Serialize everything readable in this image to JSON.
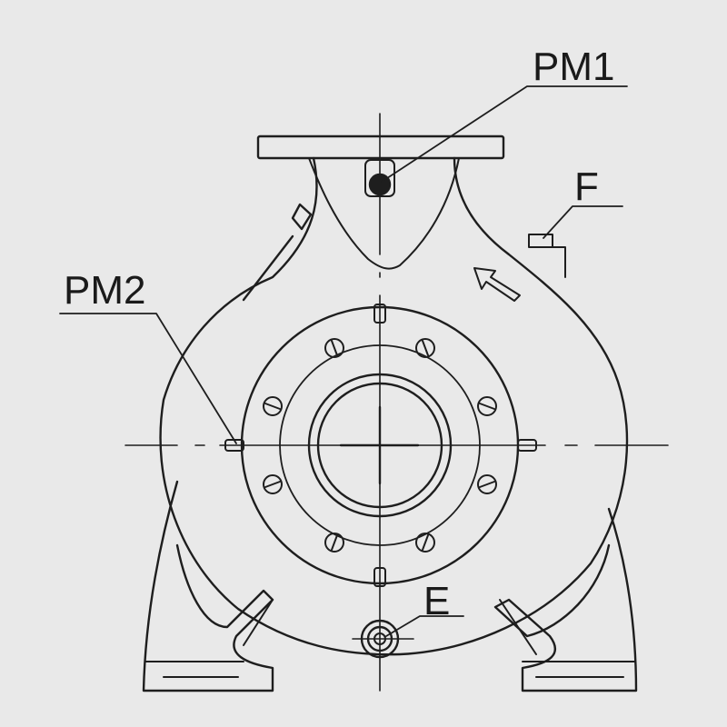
{
  "labels": {
    "pm1": "PM1",
    "f": "F",
    "pm2": "PM2",
    "e": "E"
  },
  "colors": {
    "background": "#e9e9e9",
    "line": "#1e1e1e"
  }
}
